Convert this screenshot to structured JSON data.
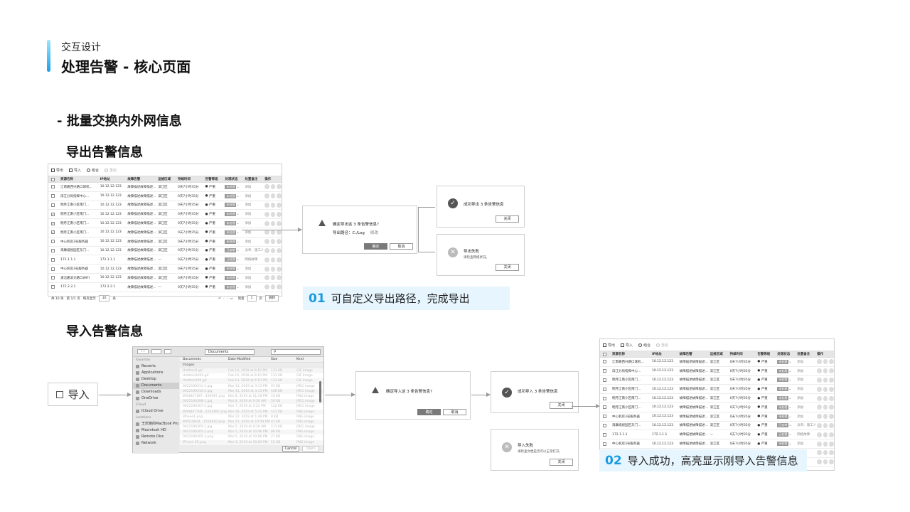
{
  "header": {
    "category": "交互设计",
    "title": "处理告警 - 核心页面"
  },
  "section": {
    "title": "- 批量交换内外网信息"
  },
  "export_section": {
    "title": "导出告警信息"
  },
  "import_section": {
    "title": "导入告警信息"
  },
  "toolbar": {
    "export": "导出",
    "import": "导入",
    "combine": "组合",
    "other": "重组"
  },
  "table": {
    "columns": [
      "资源名称",
      "IP地址",
      "故障告警",
      "运维区域",
      "持续时间",
      "告警等级",
      "处理状态",
      "处置备注",
      "操作"
    ],
    "rows": [
      {
        "checked": false,
        "name": "江南路西兴路口球机...",
        "ip": "10.12.12.123",
        "alarm": "故障描述故障描述...",
        "zone": "滨江区",
        "dur": "0天7小时35分",
        "level": "严重",
        "status": "未处理",
        "note": "添加"
      },
      {
        "checked": false,
        "name": "滨江分局指挥中心...",
        "ip": "10.12.12.123",
        "alarm": "故障描述故障描述...",
        "zone": "滨江区",
        "dur": "0天7小时35分",
        "level": "严重",
        "status": "未处理",
        "note": "添加"
      },
      {
        "checked": false,
        "name": "明月江南小区南门...",
        "ip": "10.12.12.123",
        "alarm": "故障描述故障描述...",
        "zone": "滨江区",
        "dur": "0天7小时35分",
        "level": "严重",
        "status": "未处理",
        "note": "添加"
      },
      {
        "checked": true,
        "name": "明月江南小区南门...",
        "ip": "10.12.12.123",
        "alarm": "故障描述故障描述...",
        "zone": "滨江区",
        "dur": "0天7小时35分",
        "level": "严重",
        "status": "未处理",
        "note": "添加"
      },
      {
        "checked": true,
        "name": "明月江南小区南门...",
        "ip": "10.12.12.123",
        "alarm": "故障描述故障描述...",
        "zone": "滨江区",
        "dur": "0天7小时35分",
        "level": "严重",
        "status": "未处理",
        "note": "添加"
      },
      {
        "checked": true,
        "name": "明月江南小区南门...",
        "ip": "10.12.12.123",
        "alarm": "故障描述故障描述...",
        "zone": "滨江区",
        "dur": "0天7小时35分",
        "level": "严重",
        "status": "未处理",
        "note": "添加"
      },
      {
        "checked": false,
        "name": "中心机房3号服务器",
        "ip": "10.12.12.123",
        "alarm": "故障描述故障描述...",
        "zone": "滨江区",
        "dur": "0天7小时35分",
        "level": "严重",
        "status": "未处理",
        "note": "添加"
      },
      {
        "checked": false,
        "name": "海康威视园区东门...",
        "ip": "10.12.12.123",
        "alarm": "故障描述故障描述...",
        "zone": "滨江区",
        "dur": "0天7小时35分",
        "level": "严重",
        "status": "已派单",
        "note": "派单、施工人..."
      },
      {
        "checked": false,
        "name": "172.1.1.1",
        "ip": "172.1.1.1",
        "alarm": "故障描述故障描述...",
        "zone": "—",
        "dur": "0天7小时35分",
        "level": "严重",
        "status": "已处理",
        "note": "网络故障"
      },
      {
        "checked": false,
        "name": "中心机房3号服务器",
        "ip": "10.12.12.123",
        "alarm": "故障描述故障描述...",
        "zone": "滨江区",
        "dur": "0天7小时35分",
        "level": "严重",
        "status": "未处理",
        "note": "添加"
      },
      {
        "checked": false,
        "name": "浦沿路滨文路口WIFI",
        "ip": "10.12.12.123",
        "alarm": "故障描述故障描述...",
        "zone": "滨江区",
        "dur": "0天7小时35分",
        "level": "严重",
        "status": "未处理",
        "note": "添加"
      },
      {
        "checked": false,
        "name": "172.2.2.1",
        "ip": "172.2.2.1",
        "alarm": "故障描述故障描述...",
        "zone": "—",
        "dur": "0天7小时35分",
        "level": "严重",
        "status": "未处理",
        "note": "添加"
      }
    ]
  },
  "pager": {
    "total": "共 10 条",
    "page": "第 1/1 页",
    "per_page": "每页显示",
    "per_value": "10",
    "unit": "条",
    "goto": "到第",
    "goto_value": "1",
    "goto_unit": "页",
    "jump": "跳转"
  },
  "export_confirm": {
    "title": "确定导出这 3 条告警信息?",
    "path_label": "导出路径：C:/Log",
    "modify": "修改",
    "ok": "确定",
    "cancel": "取消"
  },
  "export_success": {
    "message": "成功导出 3 条告警信息",
    "close": "关闭"
  },
  "export_fail": {
    "title": "导出失败",
    "sub": "请检查网络状况。",
    "close": "关闭"
  },
  "caption1": {
    "num": "01",
    "text": "可自定义导出路径，完成导出"
  },
  "import_button": {
    "label": "导入"
  },
  "finder": {
    "location": "Documents",
    "sidebar": [
      {
        "label": "Favorites",
        "section": true
      },
      {
        "label": "Recents"
      },
      {
        "label": "Applications"
      },
      {
        "label": "Desktop"
      },
      {
        "label": "Documents",
        "selected": true
      },
      {
        "label": "Downloads"
      },
      {
        "label": "OneDrive"
      },
      {
        "label": "iCloud",
        "section": true
      },
      {
        "label": "iCloud Drive"
      },
      {
        "label": "Locations",
        "section": true
      },
      {
        "label": "王庆丽的MacBook Pro"
      },
      {
        "label": "Macintosh HD"
      },
      {
        "label": "Remote Disc"
      },
      {
        "label": "Network"
      }
    ],
    "columns": [
      "Documents",
      "Date Modified",
      "Size",
      "Kind"
    ],
    "group": "Images",
    "files": [
      {
        "name": "Untitled1.gif",
        "date": "Feb 14, 2019 at 9:10 PM",
        "size": "133 KB",
        "kind": "GIF Image"
      },
      {
        "name": "Untitled1002.gif",
        "date": "Feb 14, 2019 at 9:10 PM",
        "size": "133 KB",
        "kind": "GIF Image"
      },
      {
        "name": "Untitled100.gif",
        "date": "Feb 14, 2019 at 9:10 PM",
        "size": "133 KB",
        "kind": "GIF Image"
      },
      {
        "name": "0022190311-1.jpg",
        "date": "Mar 11, 2019 at 3:13 PM",
        "size": "91 KB",
        "kind": "JPEG image"
      },
      {
        "name": "0022190310-2.jpg",
        "date": "Mar 11, 2019 at 3:13 PM",
        "size": "108 KB",
        "kind": "JPEG image"
      },
      {
        "name": "WX4847187...436987.png",
        "date": "Mar 8, 2019 at 11:49 PM",
        "size": "19 KB",
        "kind": "PNG image"
      },
      {
        "name": "0022190308-1.jpg",
        "date": "Mar 8, 2019 at 9:36 AM",
        "size": "50 KB",
        "kind": "JPEG image"
      },
      {
        "name": "0022190307-2.jpg",
        "date": "Mar 7, 2019 at 3:24 PM",
        "size": "122 KB",
        "kind": "JPEG image"
      },
      {
        "name": "WX4847708...1354487.png",
        "date": "Mar 26, 2019 at 5:41 PM",
        "size": "141 KB",
        "kind": "PNG image"
      },
      {
        "name": "iPhone1.png",
        "date": "Mar 22, 2019 at 1:49 PM",
        "size": "8 KB",
        "kind": "PNG image"
      },
      {
        "name": "WX518824...1563810.png",
        "date": "Mar 21, 2019 at 10:59 PM",
        "size": "41 KB",
        "kind": "PNG image"
      },
      {
        "name": "0022190305-1.jpg",
        "date": "Mar 5, 2019 at 9:16 AM",
        "size": "173 KB",
        "kind": "JPEG image"
      },
      {
        "name": "0022190305-2.png",
        "date": "Mar 5, 2019 at 10:06 PM",
        "size": "88 KB",
        "kind": "PNG image"
      },
      {
        "name": "0022190305-3.png",
        "date": "Mar 5, 2019 at 10:06 PM",
        "size": "27 KB",
        "kind": "PNG image"
      },
      {
        "name": "iPhone X5.png",
        "date": "Mar 2, 2019 at 10:05 PM",
        "size": "15 KB",
        "kind": "PNG image"
      }
    ],
    "cancel": "Cancel",
    "open": "Open"
  },
  "import_confirm": {
    "title": "确定导入这 3 条告警信息?",
    "ok": "确定",
    "cancel": "取消"
  },
  "import_success": {
    "message": "成功导入 3 条告警信息",
    "close": "关闭"
  },
  "import_fail": {
    "title": "导入失败",
    "sub": "请检查文档是否可以正常打开。",
    "close": "关闭"
  },
  "caption2": {
    "num": "02",
    "text": "导入成功，高亮显示刚导入告警信息"
  },
  "colors": {
    "accent": "#1a9be0",
    "caption_bg": "#e7f6fe",
    "status_bg": "#9a9a9a"
  }
}
